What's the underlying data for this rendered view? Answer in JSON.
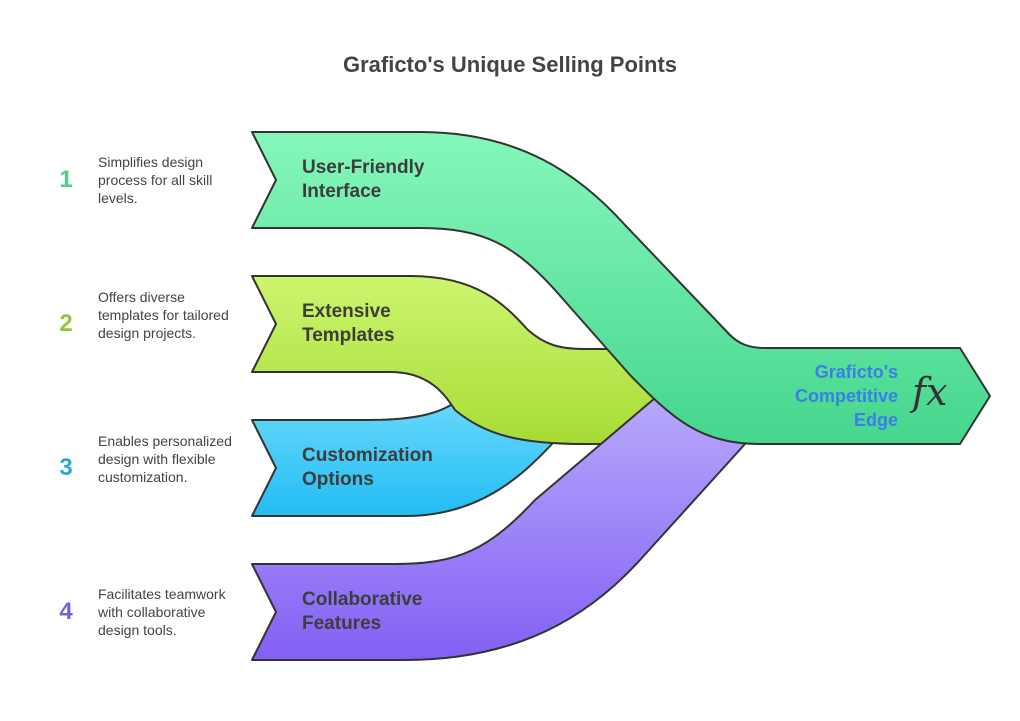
{
  "title": "Graficto's Unique Selling Points",
  "points": [
    {
      "number": "1",
      "label": "User-Friendly Interface",
      "description": "Simplifies design process for all skill levels.",
      "color": "#4dd68f",
      "number_color": "#55cc88"
    },
    {
      "number": "2",
      "label": "Extensive Templates",
      "description": "Offers diverse templates for tailored design projects.",
      "color": "#a8e03a",
      "number_color": "#8fc83a"
    },
    {
      "number": "3",
      "label": "Customization Options",
      "description": "Enables personalized design with flexible customization.",
      "color": "#29c3ee",
      "number_color": "#2aa8d8"
    },
    {
      "number": "4",
      "label": "Collaborative Features",
      "description": "Facilitates teamwork with collaborative design tools.",
      "color": "#8a6cf5",
      "number_color": "#7a5ce0"
    }
  ],
  "result": {
    "label": "Graficto's Competitive Edge",
    "icon": "fx-icon",
    "icon_text": "fx",
    "label_color": "#3a7ee8"
  }
}
